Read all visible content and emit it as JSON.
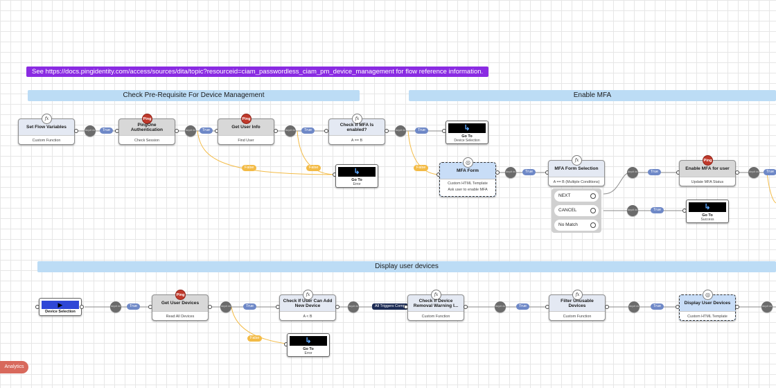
{
  "banner": "See https://docs.pingidentity.com/access/sources/dita/topic?resourceid=ciam_passwordless_ciam_pm_device_management for flow reference information.",
  "sections": {
    "prereq": "Check Pre-Requisite For Device Management",
    "enable_mfa": "Enable MFA",
    "display": "Display user devices"
  },
  "nodes": {
    "set_flow_vars": {
      "title": "Set Flow Variables",
      "sub": "Custom Function"
    },
    "p1_auth": {
      "title": "PingOne Authentication",
      "sub": "Check Session"
    },
    "get_user_info": {
      "title": "Get User Info",
      "sub": "Find User"
    },
    "check_mfa": {
      "title": "Check If MFA Is enabled?",
      "sub": "A == B"
    },
    "goto_device_sel": {
      "title": "Go To",
      "sub": "Device Selection"
    },
    "goto_error1": {
      "title": "Go To",
      "sub": "Error"
    },
    "mfa_form": {
      "title": "MFA Form",
      "sub": "Custom HTML Template",
      "sub2": "Ask user to enable MFA"
    },
    "mfa_form_sel": {
      "title": "MFA Form Selection",
      "sub": "A == B (Multiple Conditions)"
    },
    "enable_mfa_user": {
      "title": "Enable MFA for user",
      "sub": "Update MFA Status"
    },
    "goto_success": {
      "title": "Go To",
      "sub": "Success"
    },
    "device_selection": {
      "title": "Device Selection"
    },
    "get_user_devices": {
      "title": "Get User Devices",
      "sub": "Read All Devices"
    },
    "check_add_device": {
      "title": "Check If User Can Add New Device",
      "sub": "A < B"
    },
    "goto_error2": {
      "title": "Go To",
      "sub": "Error"
    },
    "check_removal": {
      "title": "Check If Device Removal Warning I...",
      "sub": "Custom Function"
    },
    "filter_devices": {
      "title": "Filter Unusable Devices",
      "sub": "Custom Function"
    },
    "display_devices": {
      "title": "Display User Devices",
      "sub": "Custom HTML Template"
    }
  },
  "options": [
    "NEXT",
    "CANCEL",
    "No Match"
  ],
  "labels": {
    "true": "True",
    "false": "False",
    "all": "All Triggers Comp",
    "connector": "Any•It\n•Is"
  },
  "badges": {
    "fx": "fx",
    "ping": "Ping"
  },
  "icons": {
    "goto": "↳",
    "play": "▶",
    "globe": "◎"
  },
  "analytics": "Analytics",
  "colors": {
    "banner": "#8a2be2",
    "section": "#bcdcf5",
    "true_pill": "#6e88c7",
    "false_pill": "#f3bb46",
    "ping": "#c0392b",
    "analytics": "#d8695c"
  }
}
